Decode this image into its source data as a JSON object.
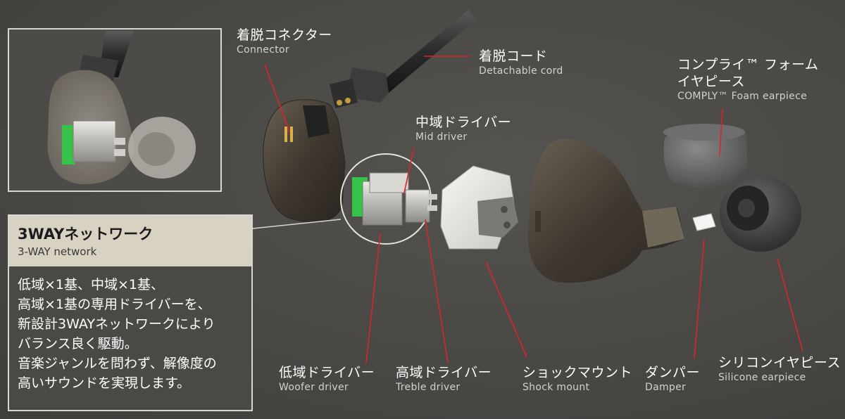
{
  "labels": {
    "connector": {
      "jp": "着脱コネクター",
      "en": "Connector"
    },
    "cord": {
      "jp": "着脱コード",
      "en": "Detachable cord"
    },
    "comply": {
      "jp_line1": "コンプライ™ フォーム",
      "jp_line2": "イヤピース",
      "en": "COMPLY™ Foam earpiece"
    },
    "mid_driver": {
      "jp": "中域ドライバー",
      "en": "Mid driver"
    },
    "woofer": {
      "jp": "低域ドライバー",
      "en": "Woofer driver"
    },
    "treble": {
      "jp": "高域ドライバー",
      "en": "Treble driver"
    },
    "shock_mount": {
      "jp": "ショックマウント",
      "en": "Shock mount"
    },
    "damper": {
      "jp": "ダンパー",
      "en": "Damper"
    },
    "silicone": {
      "jp": "シリコンイヤピース",
      "en": "Silicone earpiece"
    }
  },
  "info": {
    "title": "3WAYネットワーク",
    "subtitle": "3-WAY network",
    "body": [
      "低域×1基、中域×1基、",
      "高域×1基の専用ドライバーを、",
      "新設計3WAYネットワークにより",
      "バランス良く駆動。",
      "音楽ジャンルを問わず、解像度の",
      "高いサウンドを実現します。"
    ]
  },
  "colors": {
    "leader": "#d8252b",
    "background": "#4b4a47",
    "box_header": "#d7d2c2",
    "pcb": "#37c24a"
  }
}
